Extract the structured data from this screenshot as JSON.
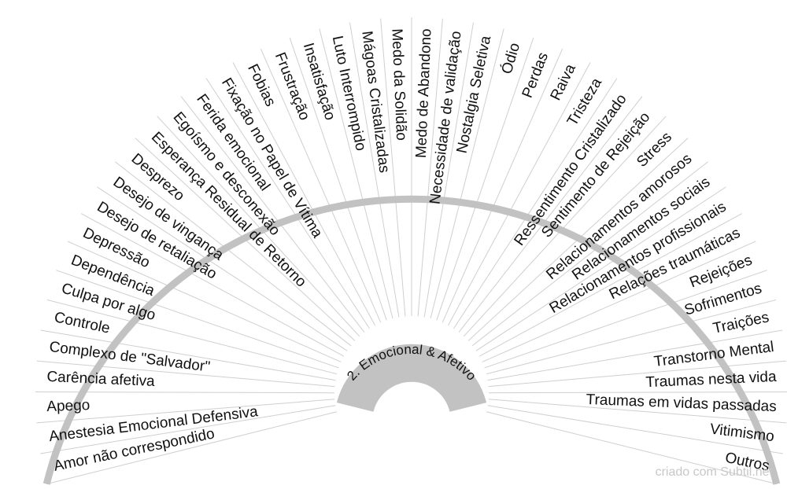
{
  "chart_title": "2. Emocional & Afetivo",
  "segments": [
    "Amor não correspondido",
    "Anestesia Emocional Defensiva",
    "Apego",
    "Carência afetiva",
    "Complexo de \"Salvador\"",
    "Controle",
    "Culpa por algo",
    "Dependência",
    "Depressão",
    "Desejo de retaliação",
    "Desejo de vingança",
    "Desprezo",
    "Esperança Residual de Retorno",
    "Egoísmo e desconexão",
    "Ferida emocional",
    "Fixação no Papel de Vítima",
    "Fobias",
    "Frustração",
    "Insatisfação",
    "Luto Interrompido",
    "Mágoas Cristalizadas",
    "Medo da Solidão",
    "Medo de Abandono",
    "Necessidade de validação",
    "Nostalgia Seletiva",
    "Ódio",
    "Perdas",
    "Raiva",
    "Tristeza",
    "Ressentimento Cristalizado",
    "Sentimento de Rejeição",
    "Stress",
    "Relacionamentos amorosos",
    "Relacionamentos sociais",
    "Relacionamentos profissionais",
    "Relações traumáticas",
    "Rejeições",
    "Sofrimentos",
    "Traições",
    "Transtorno Mental",
    "Traumas nesta vida",
    "Traumas em vidas passadas",
    "Vitimismo",
    "Outros"
  ],
  "credit": "criado com Subtil.net",
  "colors": {
    "ring": "#c2c2c2",
    "spoke": "#cfcfcf",
    "text": "#111111",
    "credit": "#c8c8c8"
  }
}
